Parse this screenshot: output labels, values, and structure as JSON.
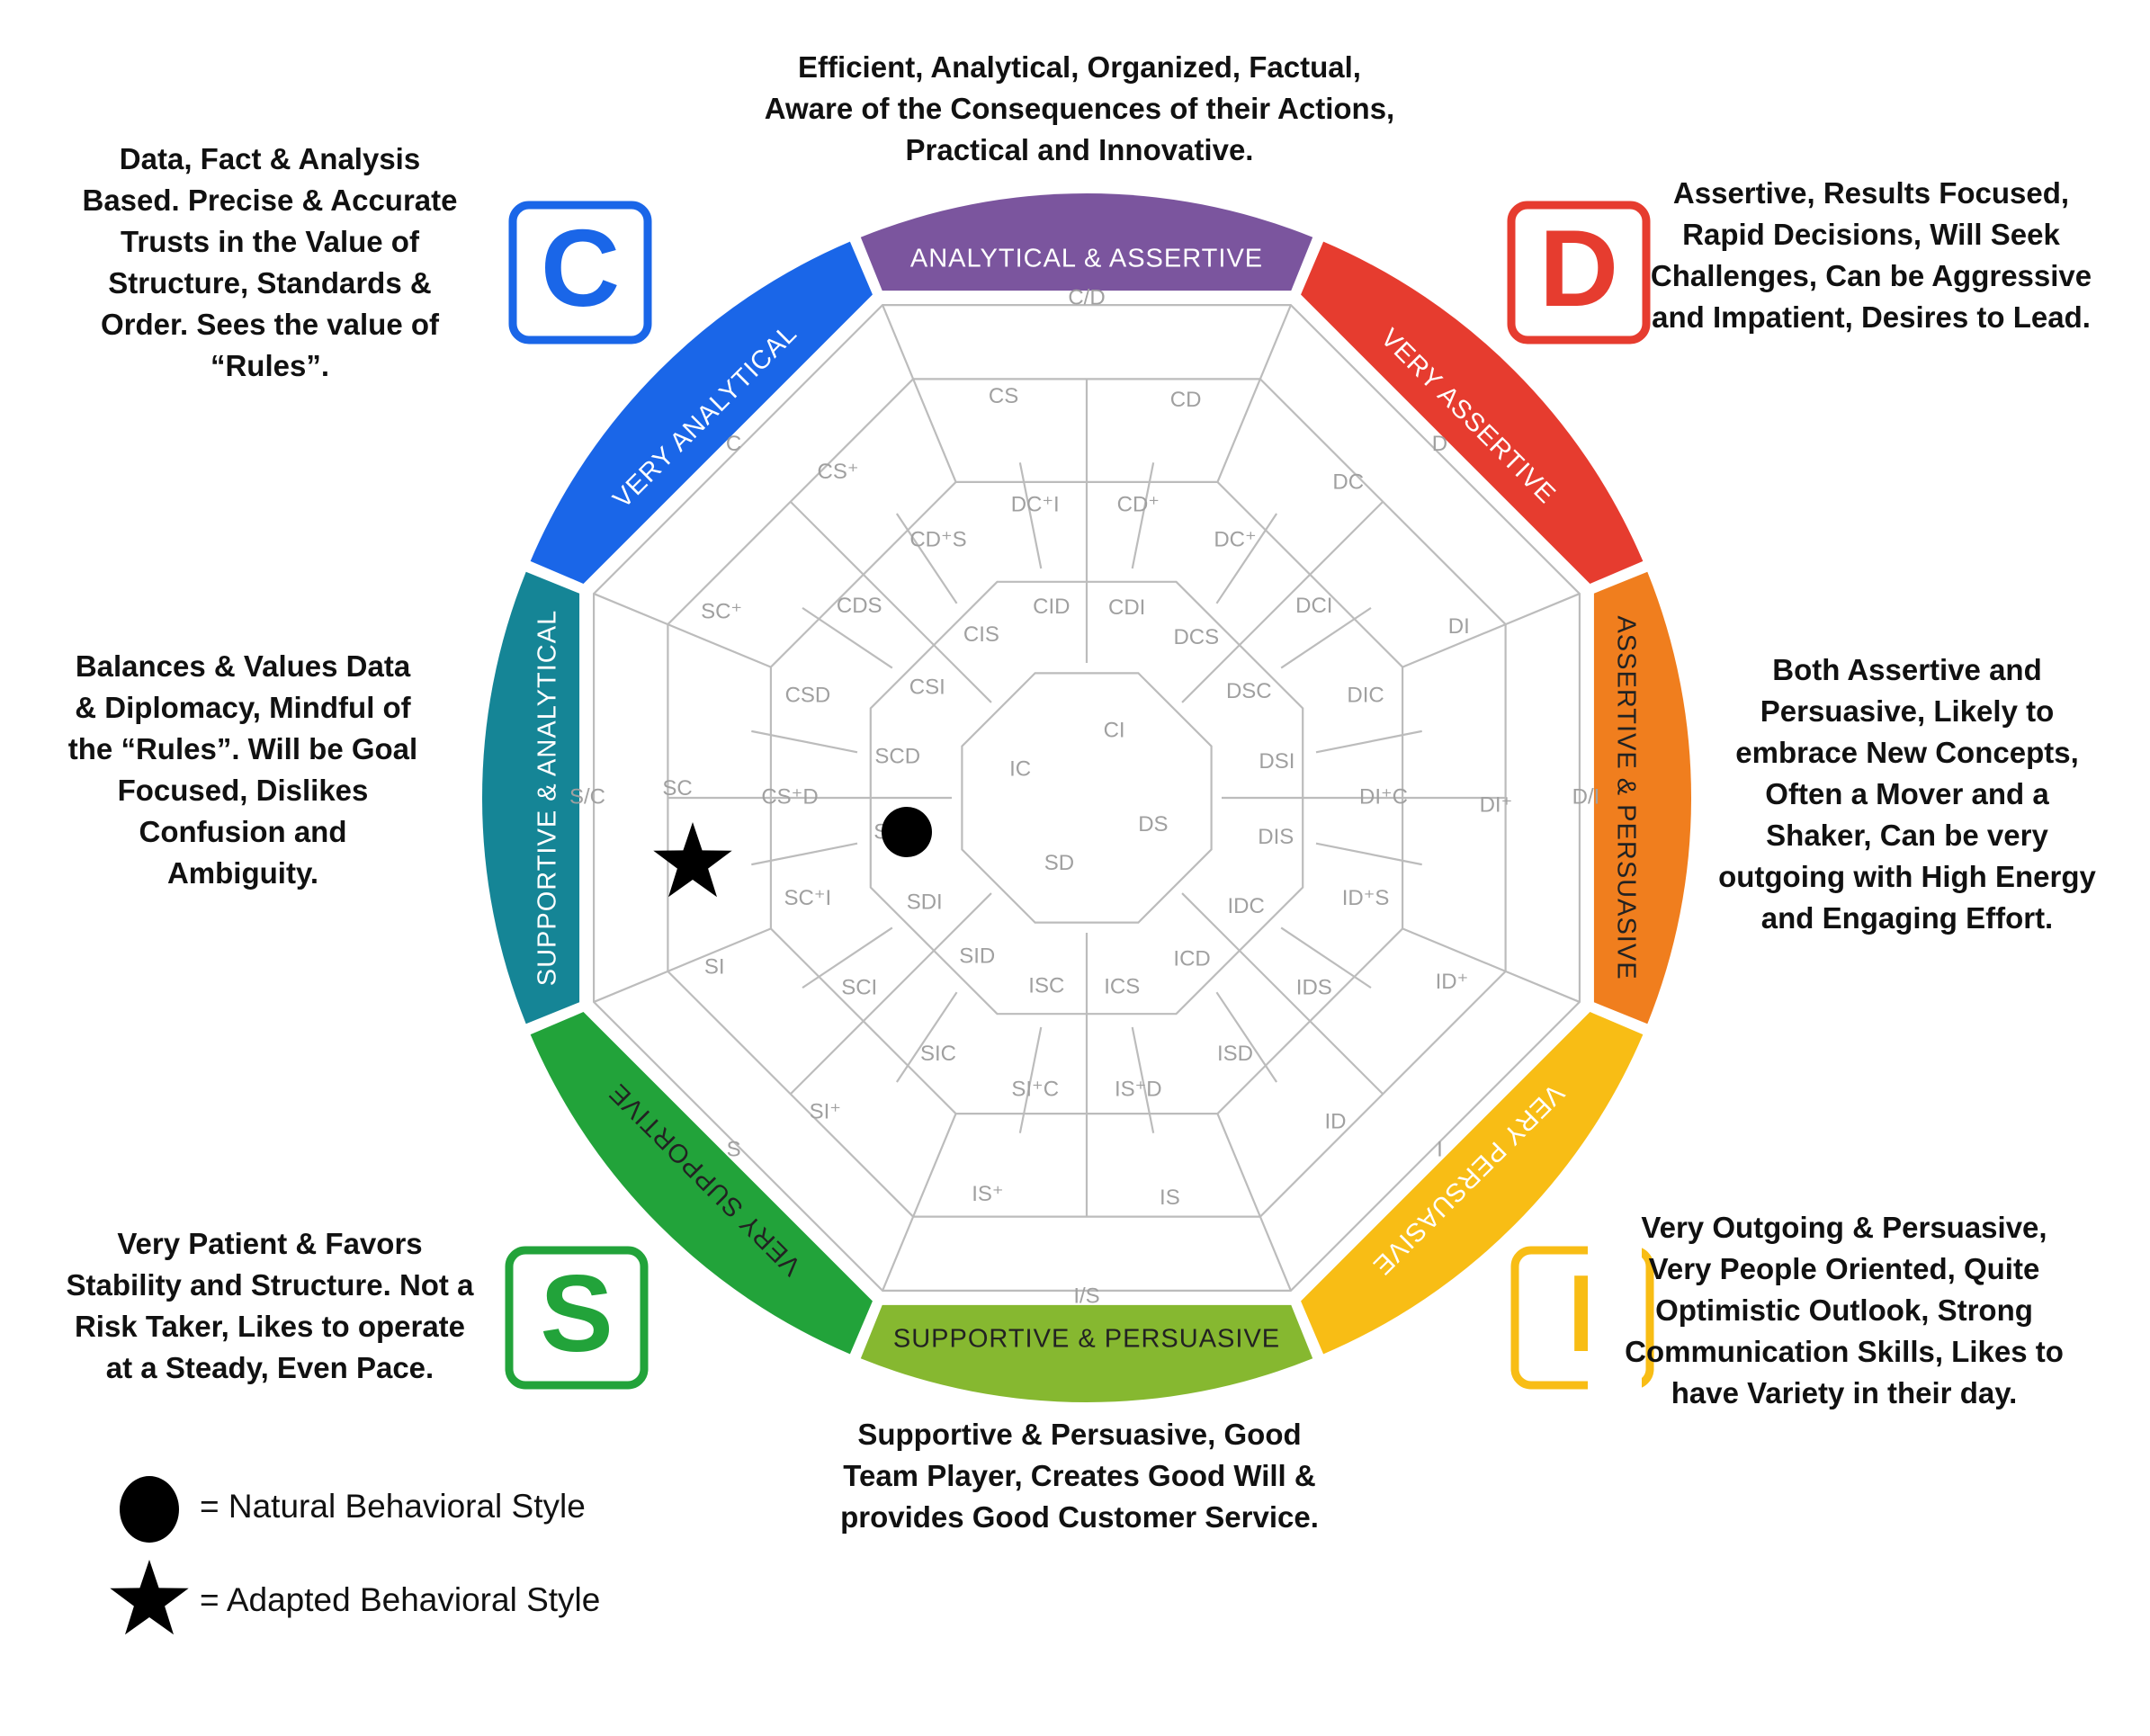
{
  "descriptions": {
    "top": "Efficient, Analytical, Organized, Factual,\nAware of the Consequences of their Actions,\nPractical and Innovative.",
    "c": "Data, Fact & Analysis\nBased.  Precise & Accurate\nTrusts in the Value of\nStructure, Standards &\nOrder. Sees the value of\n“Rules”.",
    "d": "Assertive, Results Focused,\nRapid Decisions, Will Seek\nChallenges, Can be Aggressive\nand Impatient, Desires to Lead.",
    "left": "Balances & Values Data\n& Diplomacy, Mindful of\nthe “Rules”. Will be Goal\nFocused, Dislikes\nConfusion and\nAmbiguity.",
    "right": "Both Assertive and\nPersuasive, Likely to\nembrace New Concepts,\nOften a Mover and a\nShaker, Can be very\noutgoing with High Energy\nand Engaging Effort.",
    "s": "Very Patient & Favors\nStability and Structure.  Not a\nRisk Taker, Likes to operate\nat a Steady, Even Pace.",
    "i": "Very Outgoing & Persuasive,\nVery People Oriented, Quite\nOptimistic Outlook, Strong\nCommunication Skills, Likes to\nhave Variety in their day.",
    "bottom": "Supportive & Persuasive, Good\nTeam Player, Creates Good Will &\nprovides Good Customer Service."
  },
  "segments": [
    {
      "label": "ANALYTICAL & ASSERTIVE",
      "color": "#7b559e",
      "text_color": "#ffffff"
    },
    {
      "label": "VERY ASSERTIVE",
      "color": "#e63c2f",
      "text_color": "#ffffff"
    },
    {
      "label": "ASSERTIVE & PERSUASIVE",
      "color": "#f07e1e",
      "text_color": "#222222"
    },
    {
      "label": "VERY PERSUASIVE",
      "color": "#f8bd15",
      "text_color": "#ffffff"
    },
    {
      "label": "SUPPORTIVE & PERSUASIVE",
      "color": "#86b830",
      "text_color": "#222222"
    },
    {
      "label": "VERY SUPPORTIVE",
      "color": "#22a33a",
      "text_color": "#222222"
    },
    {
      "label": "SUPPORTIVE & ANALYTICAL",
      "color": "#158596",
      "text_color": "#ffffff"
    },
    {
      "label": "VERY ANALYTICAL",
      "color": "#1a66e8",
      "text_color": "#ffffff"
    }
  ],
  "badges": {
    "c": {
      "letter": "C",
      "color": "#1a66e8"
    },
    "d": {
      "letter": "D",
      "color": "#e63c2f"
    },
    "s": {
      "letter": "S",
      "color": "#22a33a"
    },
    "i": {
      "letter": "I",
      "color": "#f8bd15"
    }
  },
  "grid_labels": {
    "outer": [
      "C/D",
      "D",
      "D/I",
      "I",
      "I/S",
      "S",
      "S/C",
      "C"
    ],
    "ring2": [
      "CD",
      "DC",
      "DI",
      "DI⁺",
      "ID⁺",
      "ID",
      "IS",
      "IS⁺",
      "SI⁺",
      "SI",
      "SC",
      "SC⁺",
      "CS⁺",
      "CS"
    ],
    "ring3": [
      "CD⁺",
      "DC⁺",
      "DCI",
      "DIC",
      "DI⁺C",
      "ID⁺S",
      "IDS",
      "ISD",
      "IS⁺D",
      "SI⁺C",
      "SIC",
      "SCI",
      "SC⁺I",
      "CS⁺D",
      "CSD",
      "CDS",
      "CD⁺S",
      "DC⁺I"
    ],
    "ring4": [
      "CDI",
      "DCS",
      "DSC",
      "DSI",
      "DIS",
      "IDC",
      "ICD",
      "ICS",
      "ISC",
      "SID",
      "SDI",
      "SDC",
      "SCD",
      "CSI",
      "CIS",
      "CID"
    ],
    "center": [
      "CI",
      "DS",
      "SD",
      "IC"
    ]
  },
  "legend": {
    "natural": "= Natural Behavioral Style",
    "adapted": "= Adapted Behavioral Style"
  },
  "markers": {
    "natural": "circle-marker",
    "adapted": "star-marker"
  }
}
